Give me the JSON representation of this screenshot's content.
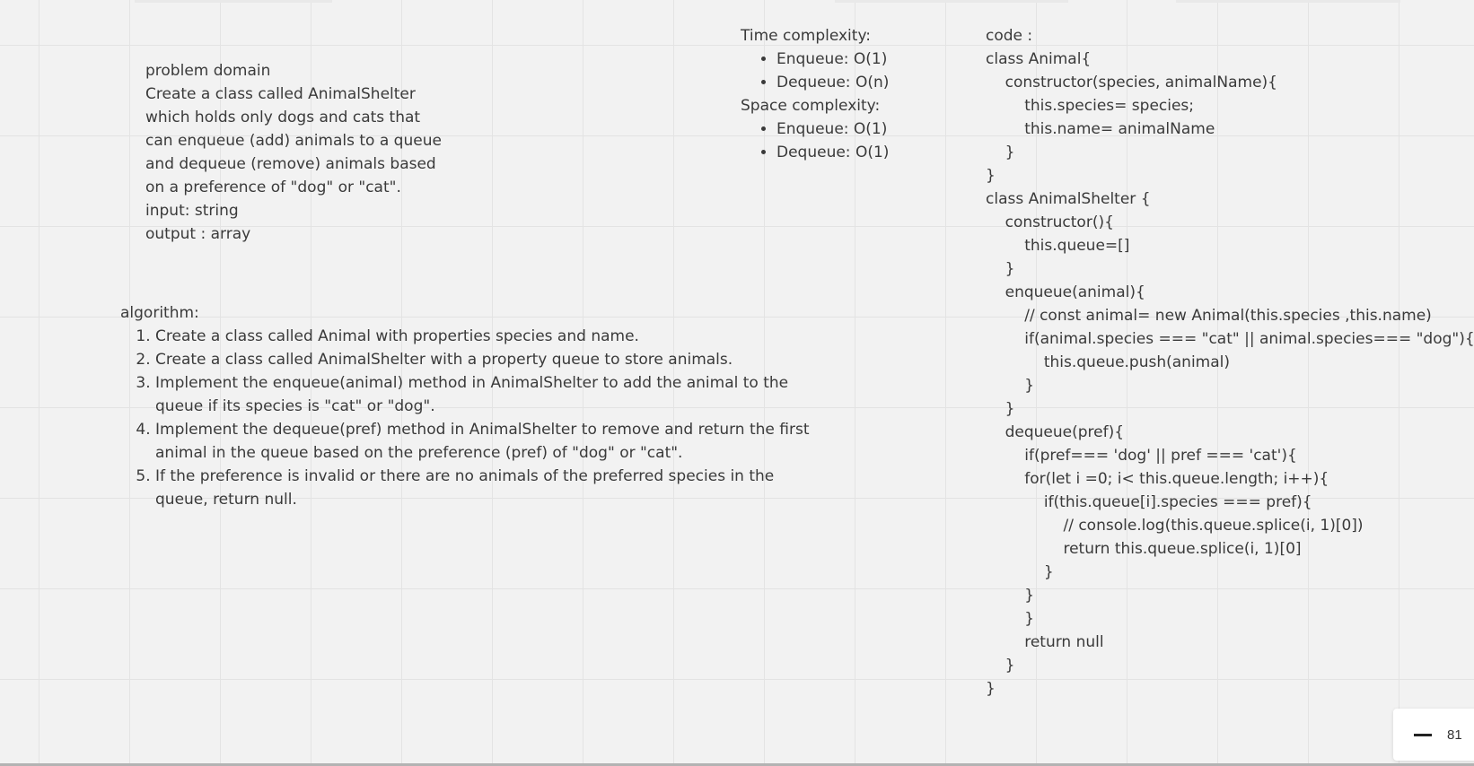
{
  "problem_domain": {
    "lines": [
      "problem domain",
      "Create a class called AnimalShelter",
      "which holds only dogs and cats that",
      "can enqueue (add) animals to a queue",
      "and dequeue (remove) animals based",
      "on a preference of \"dog\" or \"cat\".",
      "input: string",
      "output : array"
    ]
  },
  "algorithm": {
    "heading": "algorithm:",
    "steps": [
      [
        "Create a class called Animal with properties species and name."
      ],
      [
        "Create a class called AnimalShelter with a property queue to store animals."
      ],
      [
        "Implement the enqueue(animal) method in AnimalShelter to add the animal to the",
        "queue if its species is \"cat\" or \"dog\"."
      ],
      [
        "Implement the dequeue(pref) method in AnimalShelter to remove and return the first",
        "animal in the queue based on the preference (pref) of \"dog\" or \"cat\"."
      ],
      [
        "If the preference is invalid or there are no animals of the preferred species in the",
        "queue, return null."
      ]
    ]
  },
  "complexity": {
    "time_heading": "Time complexity:",
    "time_items": [
      "Enqueue: O(1)",
      "Dequeue: O(n)"
    ],
    "space_heading": "Space complexity:",
    "space_items": [
      "Enqueue: O(1)",
      "Dequeue: O(1)"
    ]
  },
  "code": {
    "lines": [
      "code :",
      "class Animal{",
      "    constructor(species, animalName){",
      "        this.species= species;",
      "        this.name= animalName",
      "    }",
      "}",
      "class AnimalShelter {",
      "    constructor(){",
      "        this.queue=[]",
      "    }",
      "    enqueue(animal){",
      "        // const animal= new Animal(this.species ,this.name)",
      "        if(animal.species === \"cat\" || animal.species=== \"dog\"){",
      "            this.queue.push(animal)",
      "        }",
      "    }",
      "    dequeue(pref){",
      "        if(pref=== 'dog' || pref === 'cat'){",
      "        for(let i =0; i< this.queue.length; i++){",
      "            if(this.queue[i].species === pref){",
      "                // console.log(this.queue.splice(i, 1)[0])",
      "                return this.queue.splice(i, 1)[0]",
      "            }",
      "        }",
      "        }",
      "        return null",
      "    }",
      "}"
    ]
  },
  "zoom": {
    "value_text": "81"
  }
}
